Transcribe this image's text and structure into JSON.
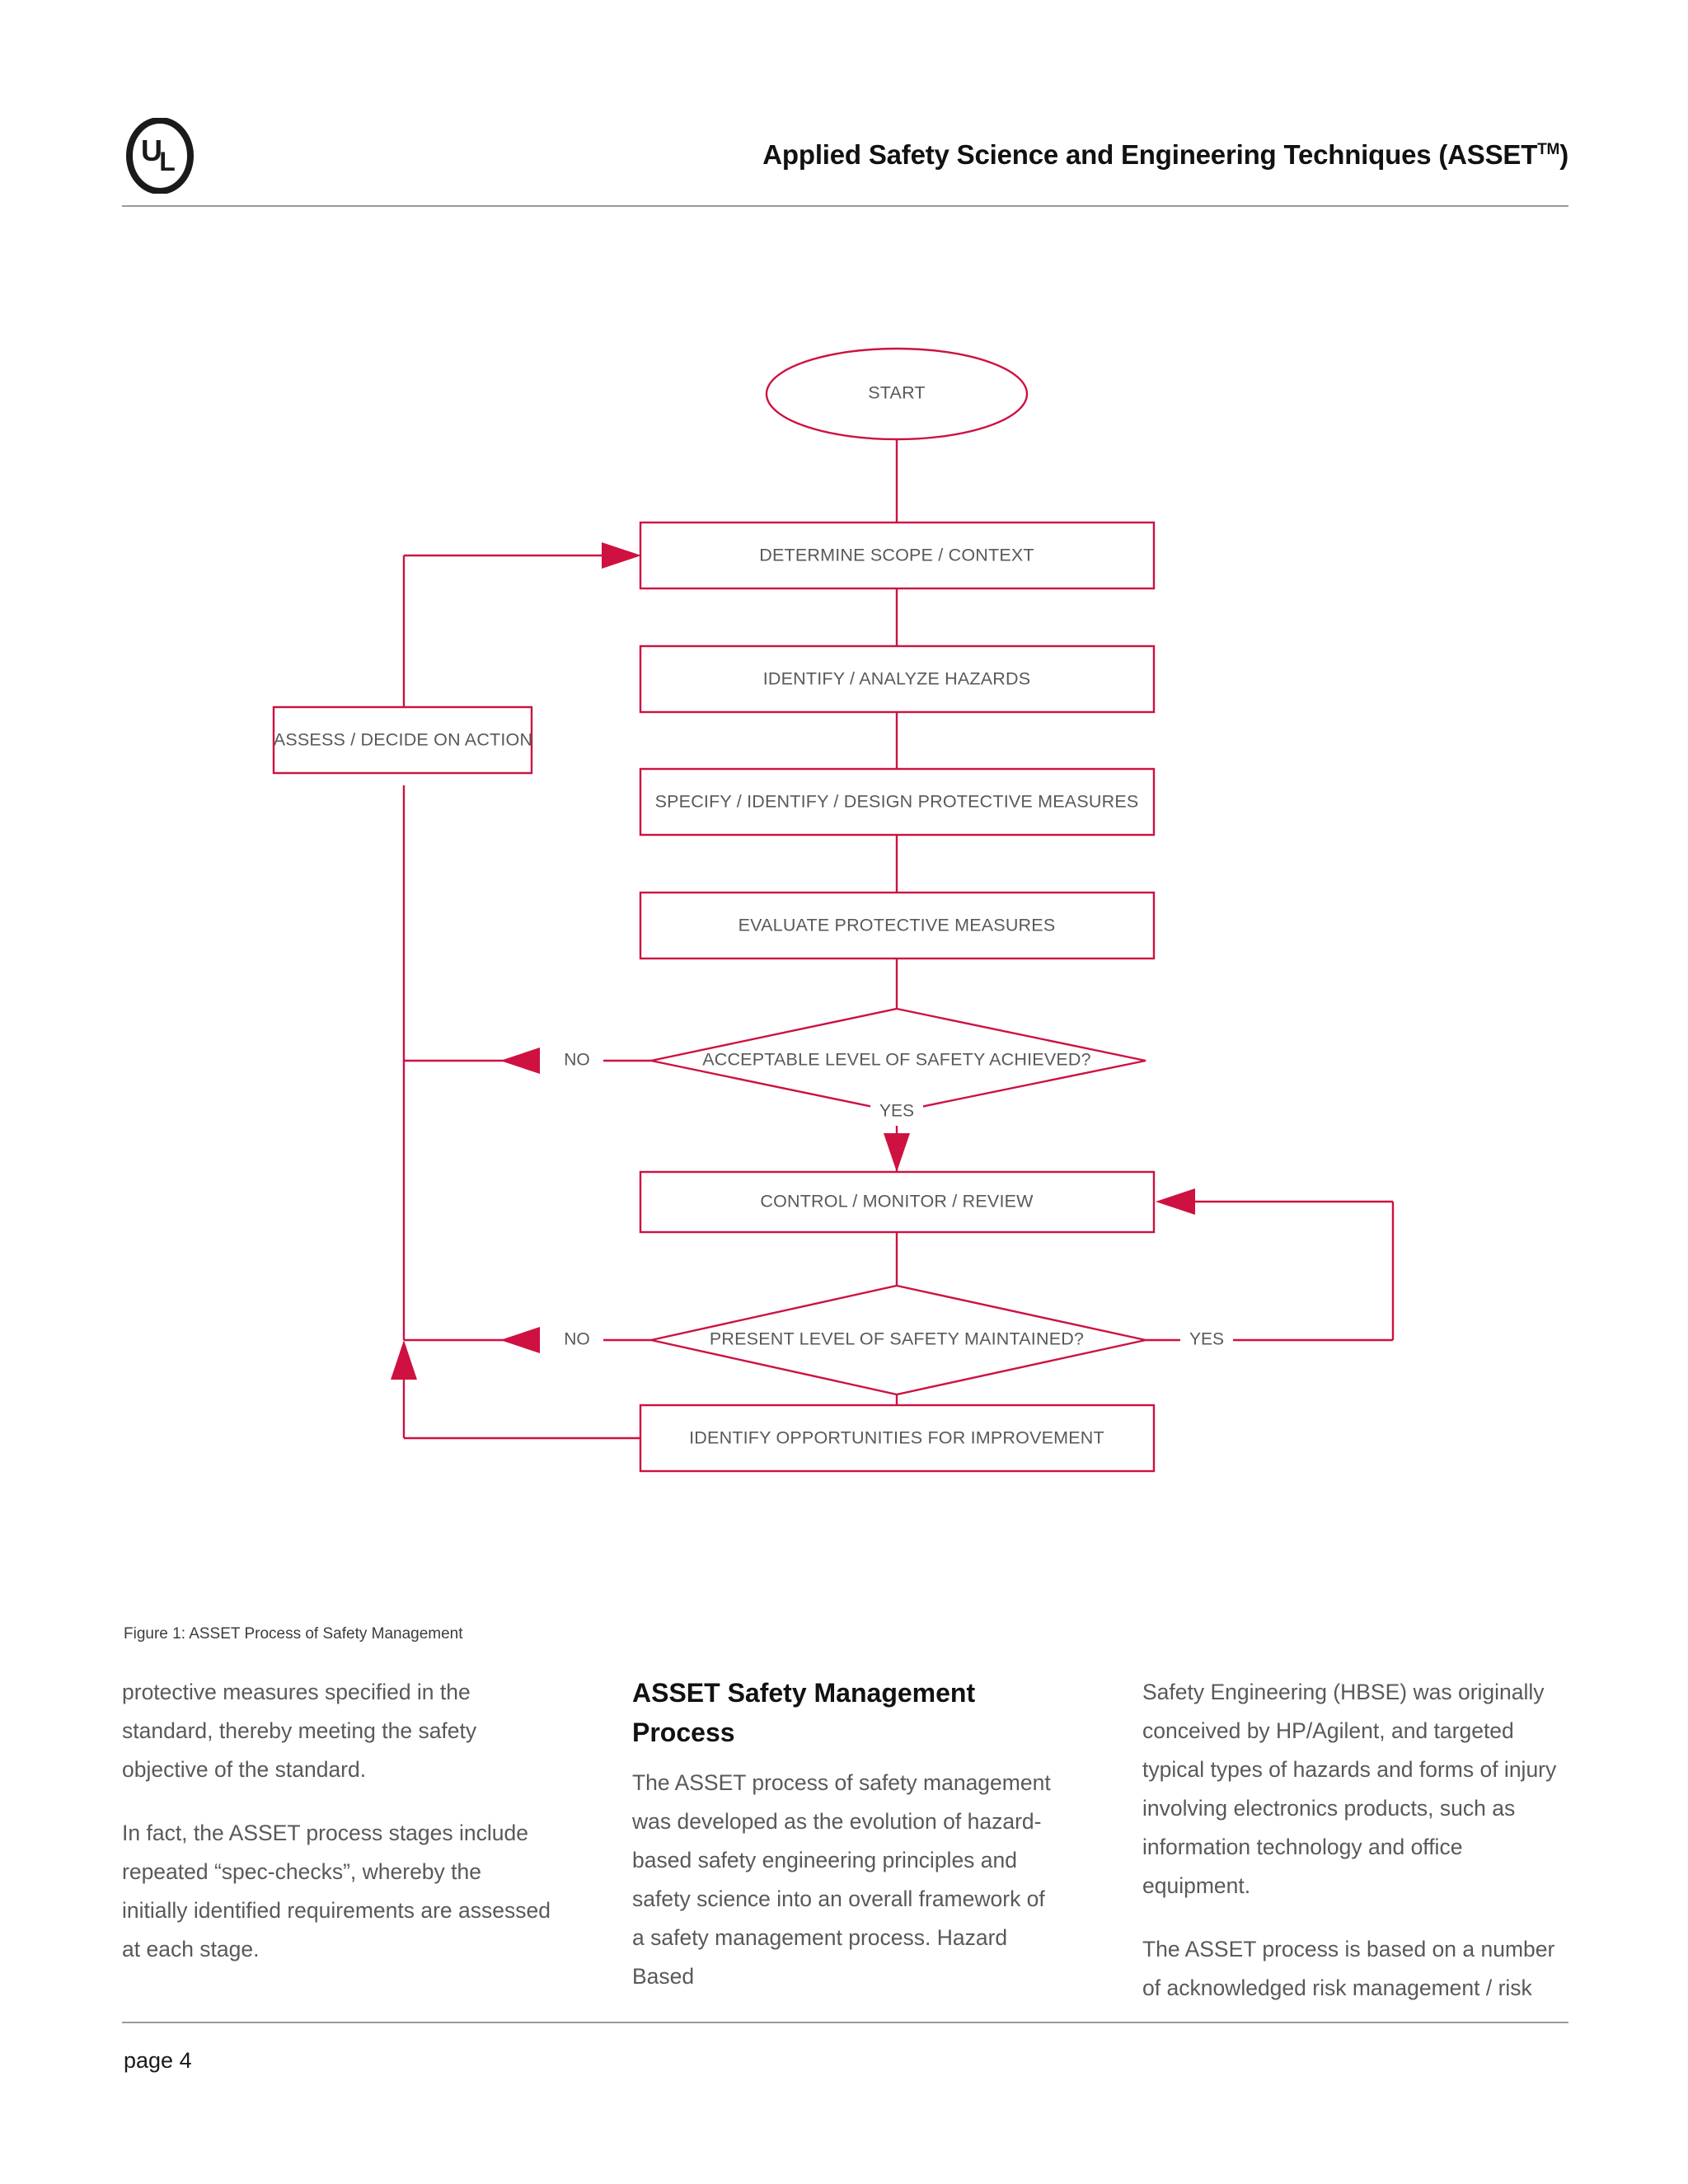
{
  "header": {
    "logo_alt": "UL",
    "title_main": "Applied Safety Science and Engineering Techniques (ASSET",
    "title_sup": "TM",
    "title_close": ")"
  },
  "figure": {
    "caption": "Figure 1: ASSET Process of Safety Management",
    "accent_color": "#CE1141",
    "text_color": "#595959",
    "nodes": {
      "start": "START",
      "determine_scope": "DETERMINE SCOPE / CONTEXT",
      "identify_hazards": "IDENTIFY / ANALYZE HAZARDS",
      "assess_decide": "ASSESS / DECIDE ON ACTION",
      "specify_design": "SPECIFY / IDENTIFY / DESIGN PROTECTIVE MEASURES",
      "evaluate_measures": "EVALUATE PROTECTIVE MEASURES",
      "acceptable_level": "ACCEPTABLE LEVEL OF SAFETY ACHIEVED?",
      "control_monitor": "CONTROL / MONITOR / REVIEW",
      "present_level": "PRESENT LEVEL OF SAFETY MAINTAINED?",
      "identify_opportunities": "IDENTIFY OPPORTUNITIES FOR IMPROVEMENT"
    },
    "branches": {
      "no_1": "NO",
      "yes_1": "YES",
      "no_2": "NO",
      "yes_2": "YES"
    }
  },
  "columns": [
    {
      "heading": null,
      "paragraphs": [
        "protective measures specified in the standard, thereby meeting the safety objective of the standard.",
        "In fact, the ASSET process stages include repeated “spec-checks”, whereby the initially identified requirements are assessed at each stage."
      ]
    },
    {
      "heading": "ASSET Safety Management Process",
      "paragraphs": [
        "The ASSET process of safety management was developed as the evolution of hazard-based safety engineering principles and safety science into an overall framework of a safety management process. Hazard Based"
      ]
    },
    {
      "heading": null,
      "paragraphs": [
        "Safety Engineering (HBSE) was originally conceived by HP/Agilent, and targeted typical types of hazards and forms of injury involving electronics products, such as information technology and office equipment.",
        "The ASSET process is based on a number of acknowledged risk management / risk"
      ]
    }
  ],
  "footer": {
    "page_label": "page 4"
  }
}
